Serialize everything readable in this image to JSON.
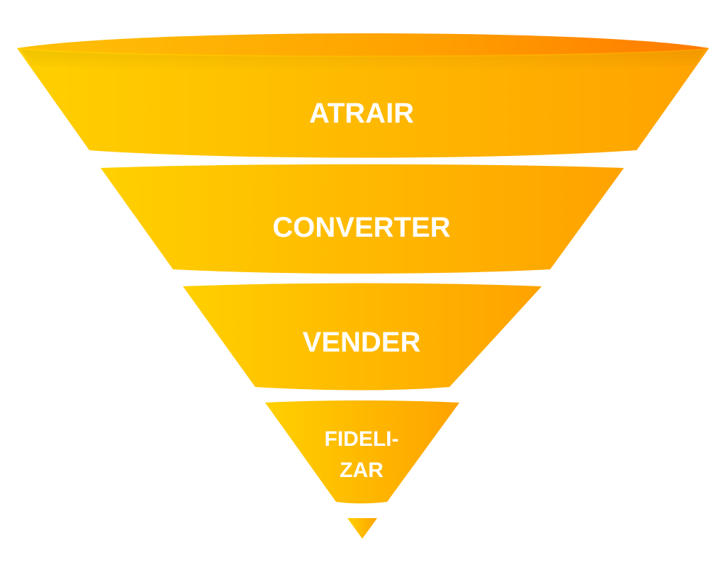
{
  "funnel": {
    "stages": [
      {
        "label": "ATRAIR"
      },
      {
        "label": "CONVERTER"
      },
      {
        "label": "VENDER"
      },
      {
        "label_lines": [
          "FIDELI-",
          "ZAR"
        ]
      }
    ]
  },
  "colors": {
    "gradient_left": "#FFD000",
    "gradient_right": "#FFA200",
    "rim_left": "#FFC107",
    "rim_right": "#FF7A00",
    "text": "#FFFFFF",
    "background": "#FFFFFF"
  }
}
